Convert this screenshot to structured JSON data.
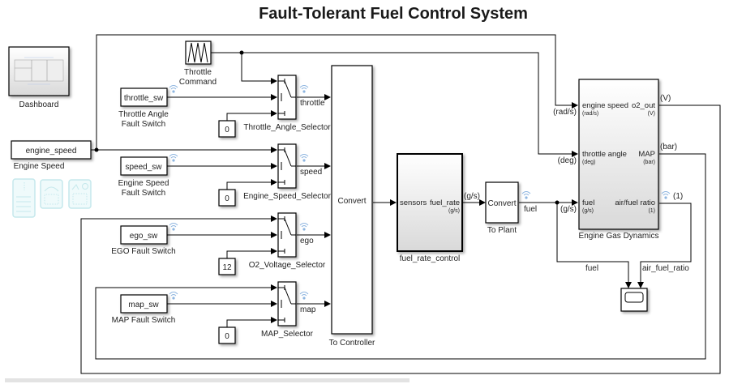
{
  "title": "Fault-Tolerant Fuel Control System",
  "dashboard": {
    "label": "Dashboard"
  },
  "dashboard_widgets": [
    "slider-switch-panel-icon",
    "gauge-panel-icon",
    "dual-gauge-panel-icon"
  ],
  "sources": {
    "engine_speed": {
      "block": "engine_speed",
      "label": "Engine Speed"
    },
    "throttle_command": {
      "label_line1": "Throttle",
      "label_line2": "Command"
    },
    "throttle_sw": {
      "block": "throttle_sw",
      "label_line1": "Throttle Angle",
      "label_line2": "Fault Switch"
    },
    "speed_sw": {
      "block": "speed_sw",
      "label_line1": "Engine Speed",
      "label_line2": "Fault Switch"
    },
    "ego_sw": {
      "block": "ego_sw",
      "label": "EGO Fault Switch"
    },
    "map_sw": {
      "block": "map_sw",
      "label": "MAP Fault Switch"
    }
  },
  "constants": [
    "0",
    "0",
    "12",
    "0"
  ],
  "selectors": [
    {
      "label": "Throttle_Angle_Selector",
      "signal": "throttle"
    },
    {
      "label": "Engine_Speed_Selector",
      "signal": "speed"
    },
    {
      "label": "O2_Voltage_Selector",
      "signal": "ego"
    },
    {
      "label": "MAP_Selector",
      "signal": "map"
    }
  ],
  "to_controller": {
    "block": "Convert",
    "label": "To Controller"
  },
  "fuel_rate_control": {
    "label": "fuel_rate_control",
    "in_port": "sensors",
    "out_port": "fuel_rate",
    "out_unit": "(g/s)",
    "signal_unit": "(g/s)"
  },
  "to_plant": {
    "block": "Convert",
    "label": "To Plant",
    "signal": "fuel"
  },
  "engine": {
    "label": "Engine Gas Dynamics",
    "inputs": [
      {
        "name": "engine speed",
        "unit": "(rad/s)",
        "wire_unit": "(rad/s)"
      },
      {
        "name": "throttle angle",
        "unit": "(deg)",
        "wire_unit": "(deg)"
      },
      {
        "name": "fuel",
        "unit": "(g/s)",
        "wire_unit": "(g/s)"
      }
    ],
    "outputs": [
      {
        "name": "o2_out",
        "unit": "(V)",
        "wire_unit": "(V)"
      },
      {
        "name": "MAP",
        "unit": "(bar)",
        "wire_unit": "(bar)"
      },
      {
        "name": "air/fuel ratio",
        "unit": "(1)",
        "wire_unit": "(1)"
      }
    ]
  },
  "scope": {
    "inputs": [
      "fuel",
      "air_fuel_ratio"
    ]
  },
  "colors": {
    "logging_icon": "#8fb6e0",
    "dashboard_widget": "#bfe6ea"
  }
}
